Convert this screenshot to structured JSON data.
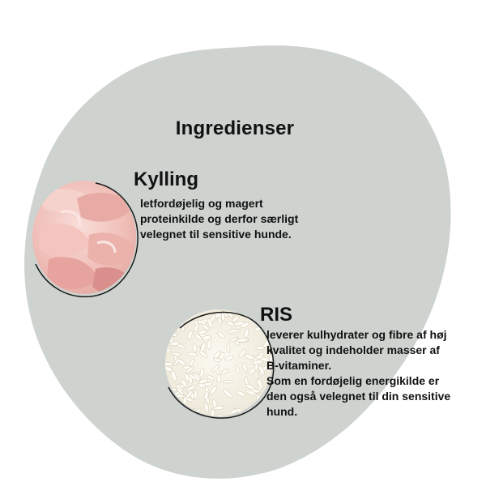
{
  "title": "Ingredienser",
  "ingredients": [
    {
      "name": "Kylling",
      "lines": [
        "letfordøjelig og magert",
        "proteinkilde og derfor særligt",
        "velegnet til sensitive hunde."
      ],
      "image": "raw-chicken-meat"
    },
    {
      "name": "RIS",
      "lines": [
        "leverer kulhydrater og fibre af høj",
        "kvalitet og indeholder masser af",
        "B-vitaminer.",
        "Som en fordøjelig energikilde er",
        "den også velegnet til din sensitive",
        "hund."
      ],
      "image": "white-rice-grains"
    }
  ],
  "colors": {
    "blob": "#ced3cf",
    "text": "#111111",
    "chicken_light": "#f3c9c4",
    "chicken_dark": "#d98f8c",
    "rice": "#f4f1e6"
  }
}
